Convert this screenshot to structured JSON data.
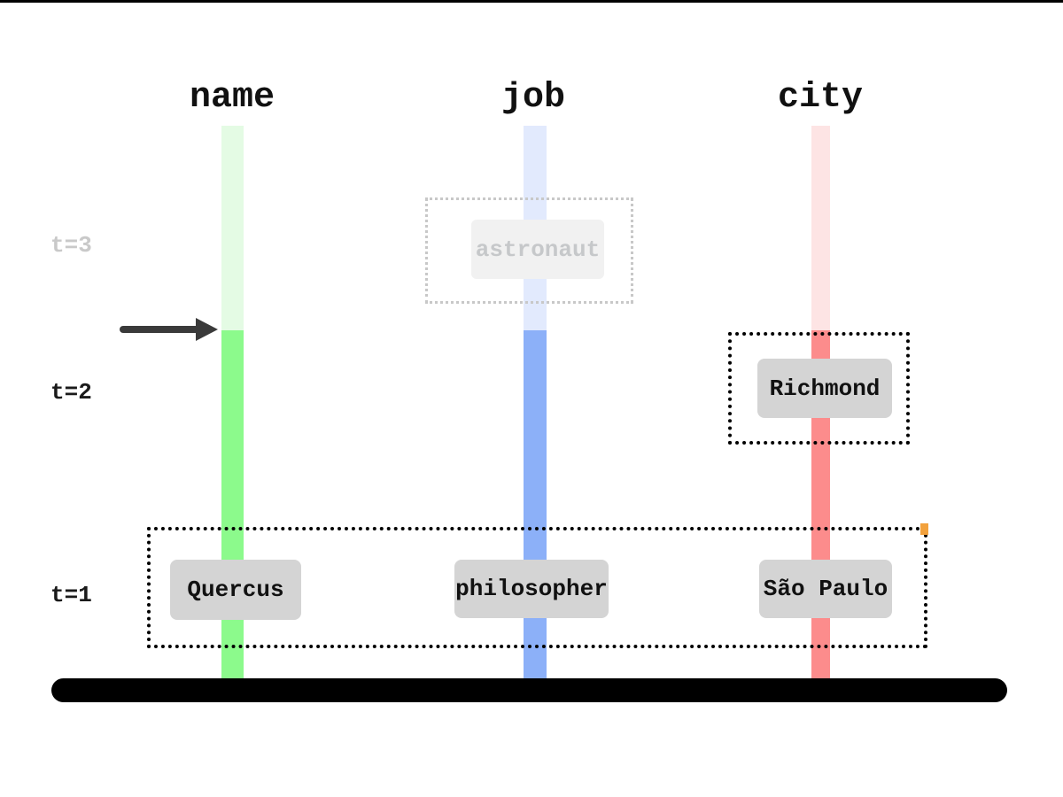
{
  "diagram": {
    "columns": [
      {
        "label": "name",
        "solid_color": "#8cfa8c",
        "faded_color": "#e4fbe4"
      },
      {
        "label": "job",
        "solid_color": "#8cb0f8",
        "faded_color": "#e2eafd"
      },
      {
        "label": "city",
        "solid_color": "#fc8c8c",
        "faded_color": "#fde4e4"
      }
    ],
    "time_labels": [
      {
        "label": "t=3",
        "status": "future",
        "color": "#c9c9c9"
      },
      {
        "label": "t=2",
        "status": "current",
        "color": "#1a1a1a"
      },
      {
        "label": "t=1",
        "status": "past",
        "color": "#1a1a1a"
      }
    ],
    "events": [
      {
        "time": "t=3",
        "column": "job",
        "value": "astronaut",
        "status": "pending"
      },
      {
        "time": "t=2",
        "column": "city",
        "value": "Richmond",
        "status": "committed"
      },
      {
        "time": "t=1",
        "column": "name",
        "value": "Quercus",
        "status": "committed"
      },
      {
        "time": "t=1",
        "column": "job",
        "value": "philosopher",
        "status": "committed"
      },
      {
        "time": "t=1",
        "column": "city",
        "value": "São Paulo",
        "status": "committed"
      }
    ],
    "colors": {
      "chip": "#d4d4d4",
      "pending_chip": "#f1f1f1",
      "pending_text": "#c6c8ca",
      "outline": "#000000",
      "pending_outline": "#c8c8c8",
      "arrow": "#3a3a3a",
      "axis": "#000000",
      "corner_dot": "#f2a13c"
    }
  }
}
